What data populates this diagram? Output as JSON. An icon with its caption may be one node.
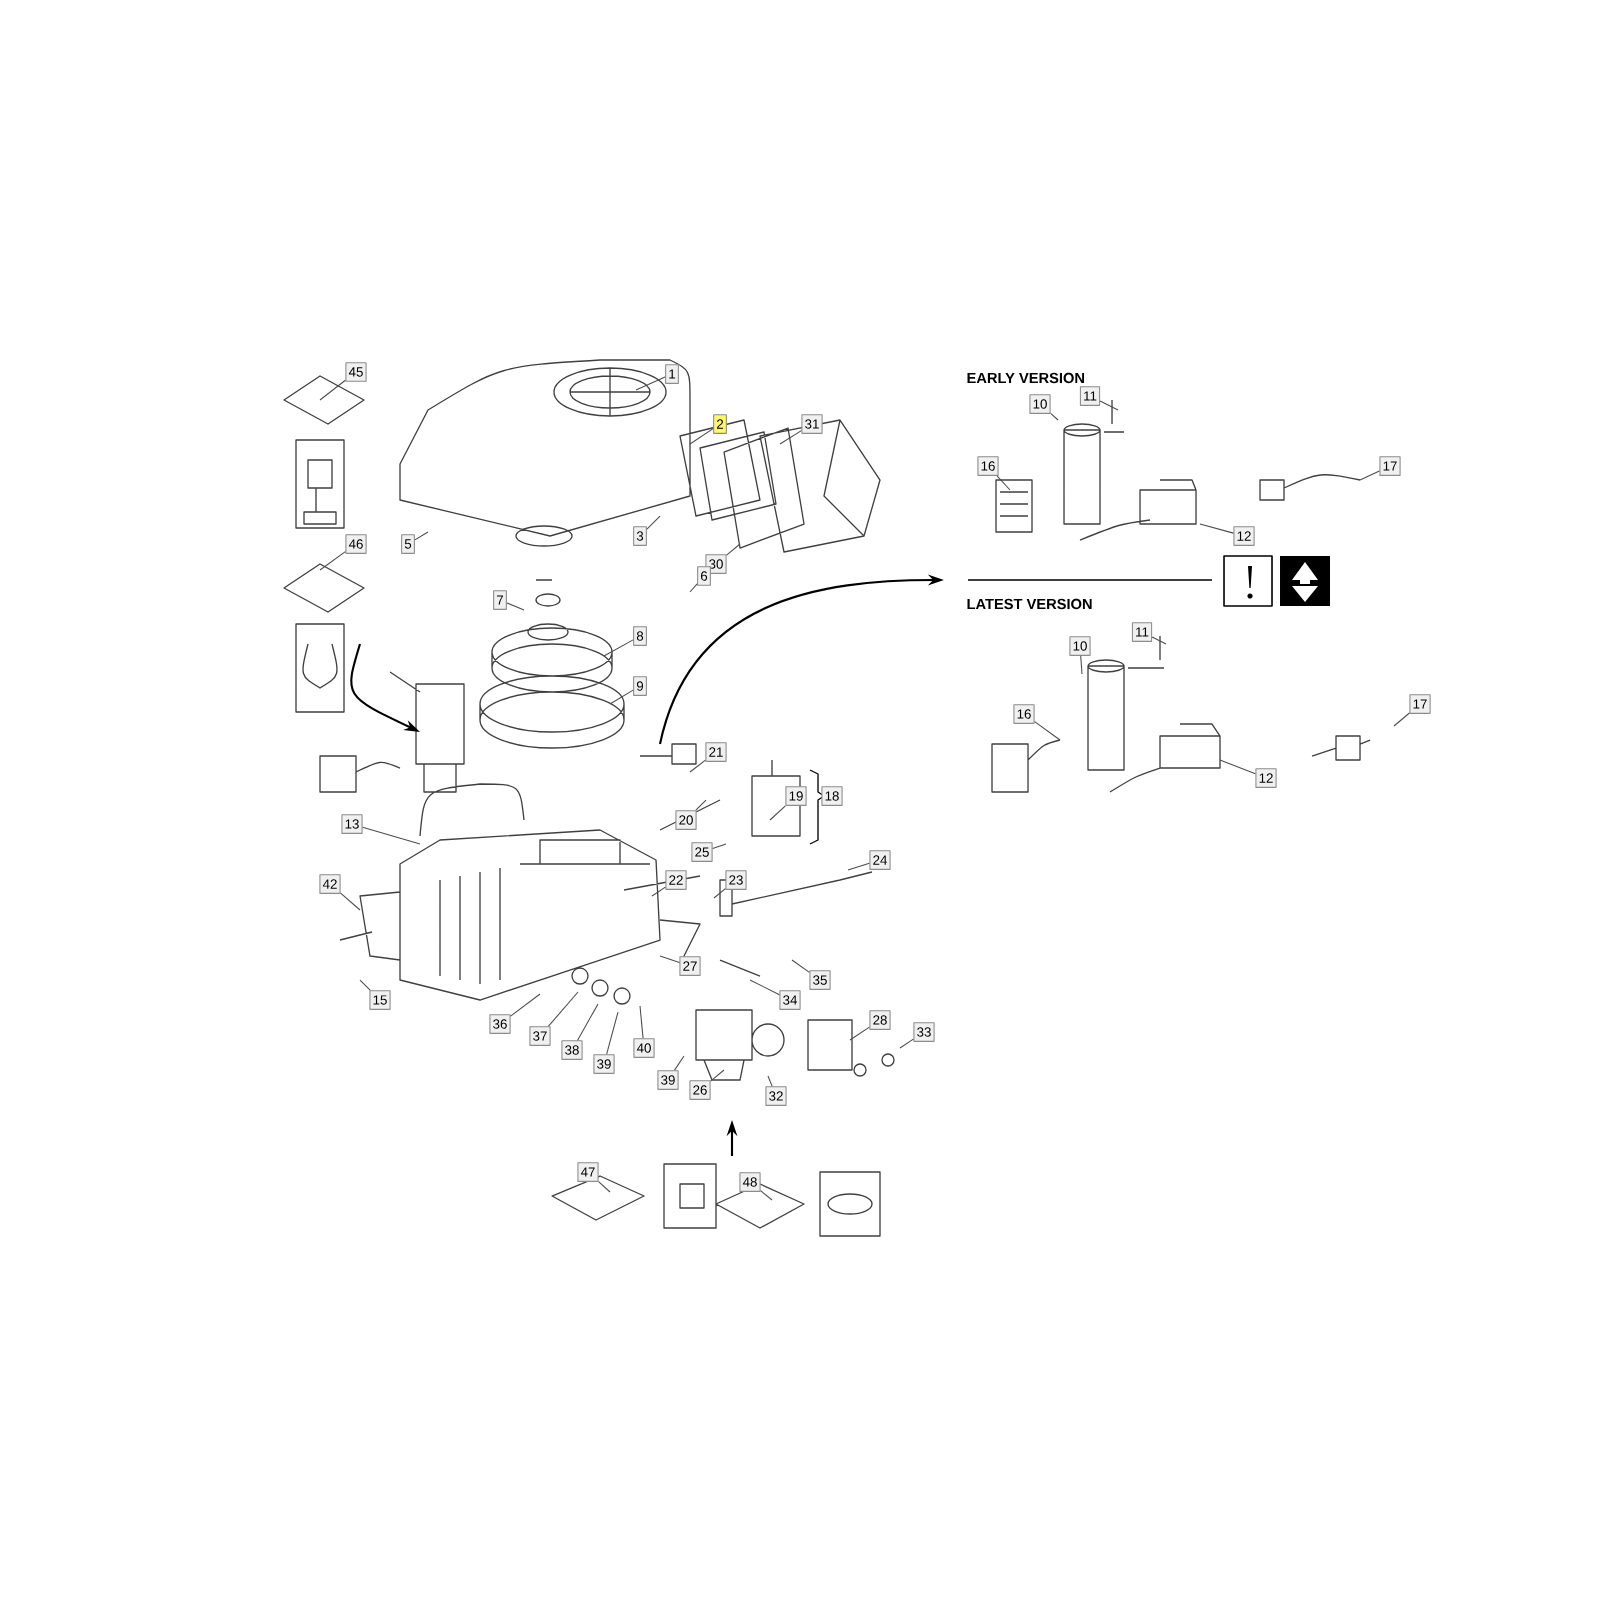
{
  "diagram": {
    "nodes": [
      {
        "text": [
          "45"
        ]
      },
      {
        "text": [
          "1"
        ]
      },
      {
        "text": [
          "2"
        ]
      },
      {
        "text": [
          "31"
        ]
      },
      {
        "text": [
          "5"
        ]
      },
      {
        "text": [
          "3"
        ]
      },
      {
        "text": [
          "30"
        ]
      },
      {
        "text": [
          "6"
        ]
      },
      {
        "text": [
          "46"
        ]
      },
      {
        "text": [
          "7"
        ]
      },
      {
        "text": [
          "8"
        ]
      },
      {
        "text": [
          "9"
        ]
      },
      {
        "text": [
          "10"
        ]
      },
      {
        "text": [
          "11"
        ]
      },
      {
        "text": [
          "16"
        ]
      },
      {
        "text": [
          "17"
        ]
      },
      {
        "text": [
          "12"
        ]
      },
      {
        "text": [
          "10"
        ]
      },
      {
        "text": [
          "11"
        ]
      },
      {
        "text": [
          "16"
        ]
      },
      {
        "text": [
          "17"
        ]
      },
      {
        "text": [
          "12"
        ]
      },
      {
        "text": [
          "21"
        ]
      },
      {
        "text": [
          "20"
        ]
      },
      {
        "text": [
          "19"
        ]
      },
      {
        "text": [
          "18"
        ]
      },
      {
        "text": [
          "25"
        ]
      },
      {
        "text": [
          "22"
        ]
      },
      {
        "text": [
          "23"
        ]
      },
      {
        "text": [
          "24"
        ]
      },
      {
        "text": [
          "13"
        ]
      },
      {
        "text": [
          "42"
        ]
      },
      {
        "text": [
          "27"
        ]
      },
      {
        "text": [
          "35"
        ]
      },
      {
        "text": [
          "34"
        ]
      },
      {
        "text": [
          "15"
        ]
      },
      {
        "text": [
          "36"
        ]
      },
      {
        "text": [
          "37"
        ]
      },
      {
        "text": [
          "38"
        ]
      },
      {
        "text": [
          "39"
        ]
      },
      {
        "text": [
          "40"
        ]
      },
      {
        "text": [
          "28"
        ]
      },
      {
        "text": [
          "33"
        ]
      },
      {
        "text": [
          "39"
        ]
      },
      {
        "text": [
          "26"
        ]
      },
      {
        "text": [
          "32"
        ]
      },
      {
        "text": [
          "47"
        ]
      },
      {
        "text": [
          "48"
        ]
      }
    ],
    "edges": [
      {
        "from": 0,
        "to": null,
        "arrow": "none"
      },
      {
        "from": 1,
        "to": null,
        "arrow": "none"
      },
      {
        "from": 2,
        "to": null,
        "arrow": "none"
      },
      {
        "from": 3,
        "to": null,
        "arrow": "none"
      },
      {
        "from": 4,
        "to": null,
        "arrow": "none"
      },
      {
        "from": 5,
        "to": null,
        "arrow": "none"
      },
      {
        "from": 6,
        "to": null,
        "arrow": "none"
      },
      {
        "from": 7,
        "to": null,
        "arrow": "none"
      },
      {
        "from": 8,
        "to": null,
        "arrow": "none"
      },
      {
        "from": 9,
        "to": null,
        "arrow": "none"
      },
      {
        "from": 10,
        "to": null,
        "arrow": "none"
      },
      {
        "from": 11,
        "to": null,
        "arrow": "none"
      },
      {
        "from": 12,
        "to": null,
        "arrow": "none"
      },
      {
        "from": 13,
        "to": null,
        "arrow": "none"
      },
      {
        "from": 14,
        "to": null,
        "arrow": "none"
      },
      {
        "from": 15,
        "to": null,
        "arrow": "none"
      },
      {
        "from": 16,
        "to": null,
        "arrow": "none"
      },
      {
        "from": 17,
        "to": null,
        "arrow": "none"
      },
      {
        "from": 18,
        "to": null,
        "arrow": "none"
      },
      {
        "from": 19,
        "to": null,
        "arrow": "none"
      },
      {
        "from": 20,
        "to": null,
        "arrow": "none"
      },
      {
        "from": 21,
        "to": null,
        "arrow": "none"
      },
      {
        "from": 22,
        "to": null,
        "arrow": "none"
      },
      {
        "from": 23,
        "to": null,
        "arrow": "none"
      },
      {
        "from": 24,
        "to": null,
        "arrow": "none"
      },
      {
        "from": 26,
        "to": null,
        "arrow": "none"
      },
      {
        "from": 27,
        "to": null,
        "arrow": "none"
      },
      {
        "from": 28,
        "to": null,
        "arrow": "none"
      },
      {
        "from": 29,
        "to": null,
        "arrow": "none"
      },
      {
        "from": 30,
        "to": null,
        "arrow": "none"
      },
      {
        "from": 31,
        "to": null,
        "arrow": "none"
      },
      {
        "from": 32,
        "to": null,
        "arrow": "none"
      },
      {
        "from": 33,
        "to": null,
        "arrow": "none"
      },
      {
        "from": 34,
        "to": null,
        "arrow": "none"
      },
      {
        "from": 35,
        "to": null,
        "arrow": "none"
      },
      {
        "from": 36,
        "to": null,
        "arrow": "none"
      },
      {
        "from": 37,
        "to": null,
        "arrow": "none"
      },
      {
        "from": 38,
        "to": null,
        "arrow": "none"
      },
      {
        "from": 39,
        "to": null,
        "arrow": "none"
      },
      {
        "from": 40,
        "to": null,
        "arrow": "none"
      },
      {
        "from": 41,
        "to": null,
        "arrow": "none"
      },
      {
        "from": 42,
        "to": null,
        "arrow": "none"
      },
      {
        "from": 43,
        "to": null,
        "arrow": "none"
      },
      {
        "from": 44,
        "to": null,
        "arrow": "none"
      },
      {
        "from": 45,
        "to": null,
        "arrow": "none"
      },
      {
        "from": 46,
        "to": null,
        "arrow": "none"
      },
      {
        "from": 47,
        "to": null,
        "arrow": "none"
      }
    ],
    "labels": [
      "EARLY VERSION",
      "LATEST VERSION"
    ]
  }
}
